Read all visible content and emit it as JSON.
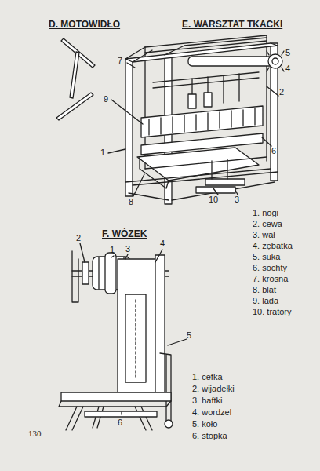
{
  "diagram": {
    "labels": [
      "D. MOTOWIDŁO",
      "E. WARSZTAT TKACKI",
      "7",
      "9",
      "1",
      "8",
      "10",
      "3",
      "2",
      "6",
      "5",
      "4",
      "1. nogi",
      "2. cewa",
      "3. wał",
      "4. zębatka",
      "5. suka",
      "6. sochty",
      "7. krosna",
      "8. blat",
      "9. lada",
      "10. tratory",
      "F. WÓZEK",
      "2",
      "1",
      "3",
      "4",
      "5",
      "6",
      "1. cefka",
      "2. wijadełki",
      "3. haftki",
      "4. wordzel",
      "5. koło",
      "6. stopka",
      "130"
    ]
  }
}
